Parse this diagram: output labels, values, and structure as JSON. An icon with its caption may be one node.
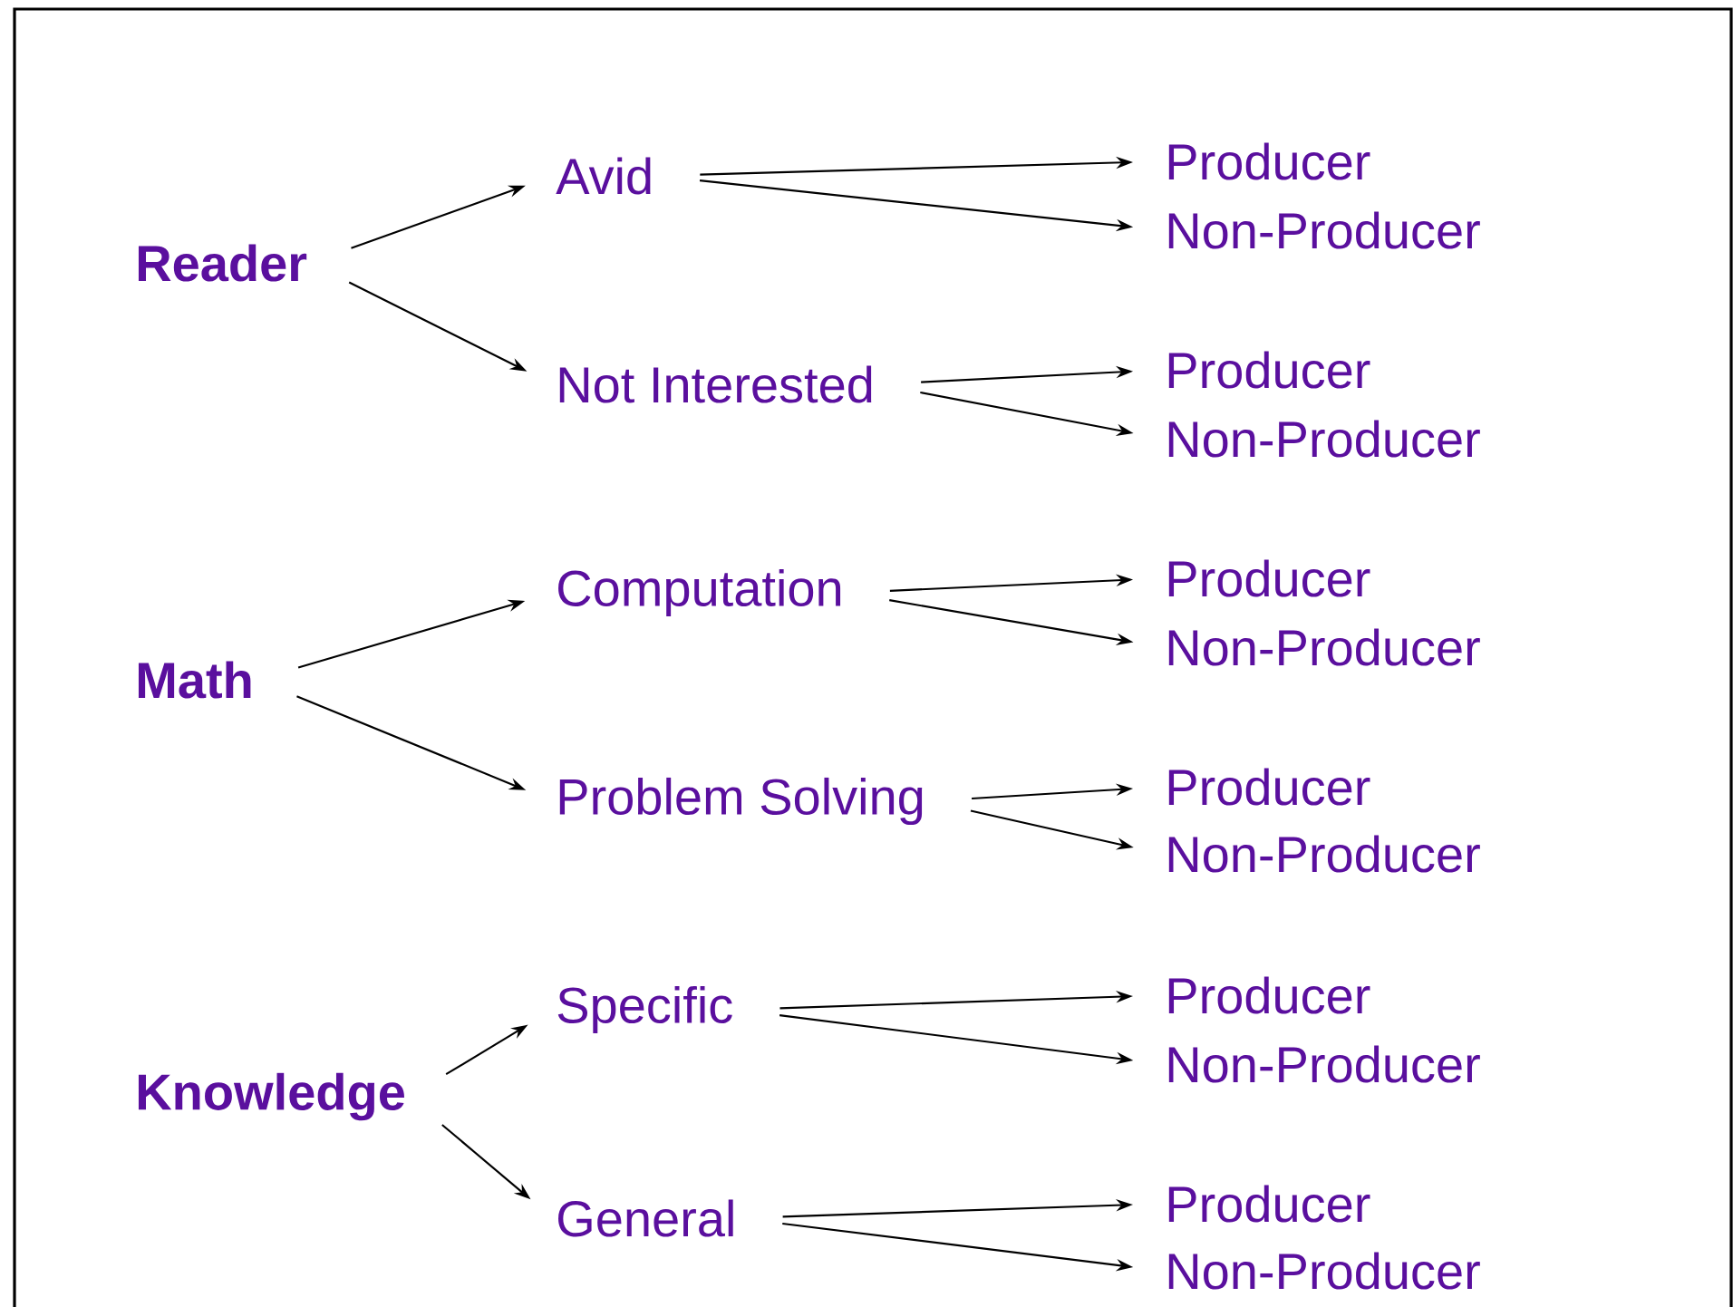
{
  "diagram": {
    "nodes": [
      {
        "text": [
          "Reader"
        ]
      },
      {
        "text": [
          "Avid"
        ]
      },
      {
        "text": [
          "Producer"
        ]
      },
      {
        "text": [
          "Non-Producer"
        ]
      },
      {
        "text": [
          "Not Interested"
        ]
      },
      {
        "text": [
          "Producer"
        ]
      },
      {
        "text": [
          "Non-Producer"
        ]
      },
      {
        "text": [
          "Math"
        ]
      },
      {
        "text": [
          "Computation"
        ]
      },
      {
        "text": [
          "Producer"
        ]
      },
      {
        "text": [
          "Non-Producer"
        ]
      },
      {
        "text": [
          "Problem Solving"
        ]
      },
      {
        "text": [
          "Producer"
        ]
      },
      {
        "text": [
          "Non-Producer"
        ]
      },
      {
        "text": [
          "Knowledge"
        ]
      },
      {
        "text": [
          "Specific"
        ]
      },
      {
        "text": [
          "Producer"
        ]
      },
      {
        "text": [
          "Non-Producer"
        ]
      },
      {
        "text": [
          "General"
        ]
      },
      {
        "text": [
          "Producer"
        ]
      },
      {
        "text": [
          "Non-Producer"
        ]
      }
    ],
    "edges": [
      {
        "from": 0,
        "to": 1,
        "arrow": "to"
      },
      {
        "from": 0,
        "to": 4,
        "arrow": "to"
      },
      {
        "from": 1,
        "to": 2,
        "arrow": "to"
      },
      {
        "from": 1,
        "to": 3,
        "arrow": "to"
      },
      {
        "from": 4,
        "to": 5,
        "arrow": "to"
      },
      {
        "from": 4,
        "to": 6,
        "arrow": "to"
      },
      {
        "from": 7,
        "to": 8,
        "arrow": "to"
      },
      {
        "from": 7,
        "to": 11,
        "arrow": "to"
      },
      {
        "from": 8,
        "to": 9,
        "arrow": "to"
      },
      {
        "from": 8,
        "to": 10,
        "arrow": "to"
      },
      {
        "from": 11,
        "to": 12,
        "arrow": "to"
      },
      {
        "from": 11,
        "to": 13,
        "arrow": "to"
      },
      {
        "from": 14,
        "to": 15,
        "arrow": "to"
      },
      {
        "from": 14,
        "to": 18,
        "arrow": "to"
      },
      {
        "from": 15,
        "to": 16,
        "arrow": "to"
      },
      {
        "from": 15,
        "to": 17,
        "arrow": "to"
      },
      {
        "from": 18,
        "to": 19,
        "arrow": "to"
      },
      {
        "from": 18,
        "to": 20,
        "arrow": "to"
      }
    ]
  }
}
